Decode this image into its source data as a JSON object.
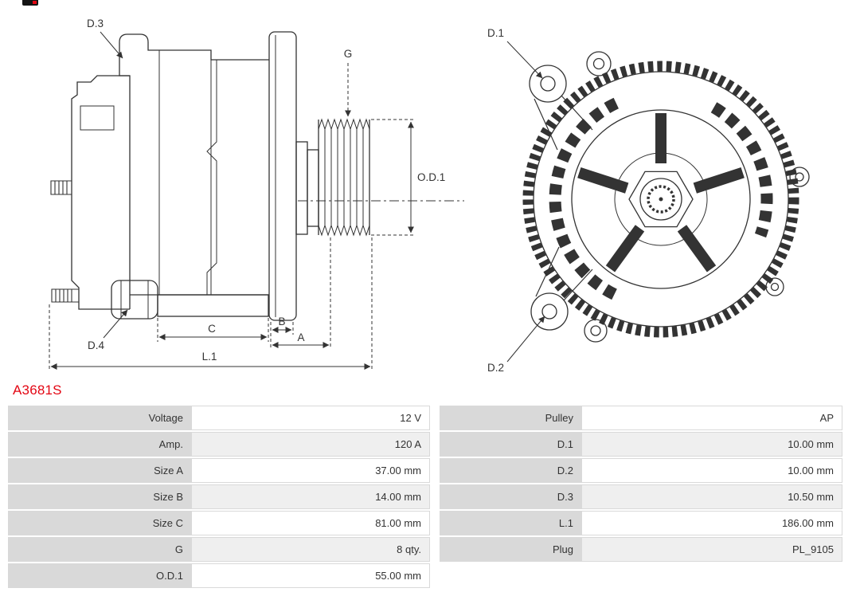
{
  "part_number": "A3681S",
  "colors": {
    "accent_red": "#e30613",
    "table_label_bg": "#d9d9d9",
    "table_alt_row_bg": "#efefef",
    "diagram_line": "#333333"
  },
  "diagram": {
    "side_view": {
      "labels": {
        "d3": "D.3",
        "d4": "D.4",
        "g": "G",
        "od1": "O.D.1",
        "b": "B",
        "a": "A",
        "c": "C",
        "l1": "L.1"
      }
    },
    "front_view": {
      "labels": {
        "d1": "D.1",
        "d2": "D.2"
      }
    }
  },
  "spec_table": {
    "rows": [
      {
        "cells": [
          {
            "label": "Voltage",
            "value": "12 V"
          },
          {
            "label": "Pulley",
            "value": "AP"
          }
        ]
      },
      {
        "cells": [
          {
            "label": "Amp.",
            "value": "120 A"
          },
          {
            "label": "D.1",
            "value": "10.00 mm"
          }
        ]
      },
      {
        "cells": [
          {
            "label": "Size A",
            "value": "37.00 mm"
          },
          {
            "label": "D.2",
            "value": "10.00 mm"
          }
        ]
      },
      {
        "cells": [
          {
            "label": "Size B",
            "value": "14.00 mm"
          },
          {
            "label": "D.3",
            "value": "10.50 mm"
          }
        ]
      },
      {
        "cells": [
          {
            "label": "Size C",
            "value": "81.00 mm"
          },
          {
            "label": "L.1",
            "value": "186.00 mm"
          }
        ]
      },
      {
        "cells": [
          {
            "label": "G",
            "value": "8 qty."
          },
          {
            "label": "Plug",
            "value": "PL_9105"
          }
        ]
      },
      {
        "cells": [
          {
            "label": "O.D.1",
            "value": "55.00 mm"
          },
          {
            "label": "",
            "value": ""
          }
        ]
      }
    ]
  }
}
